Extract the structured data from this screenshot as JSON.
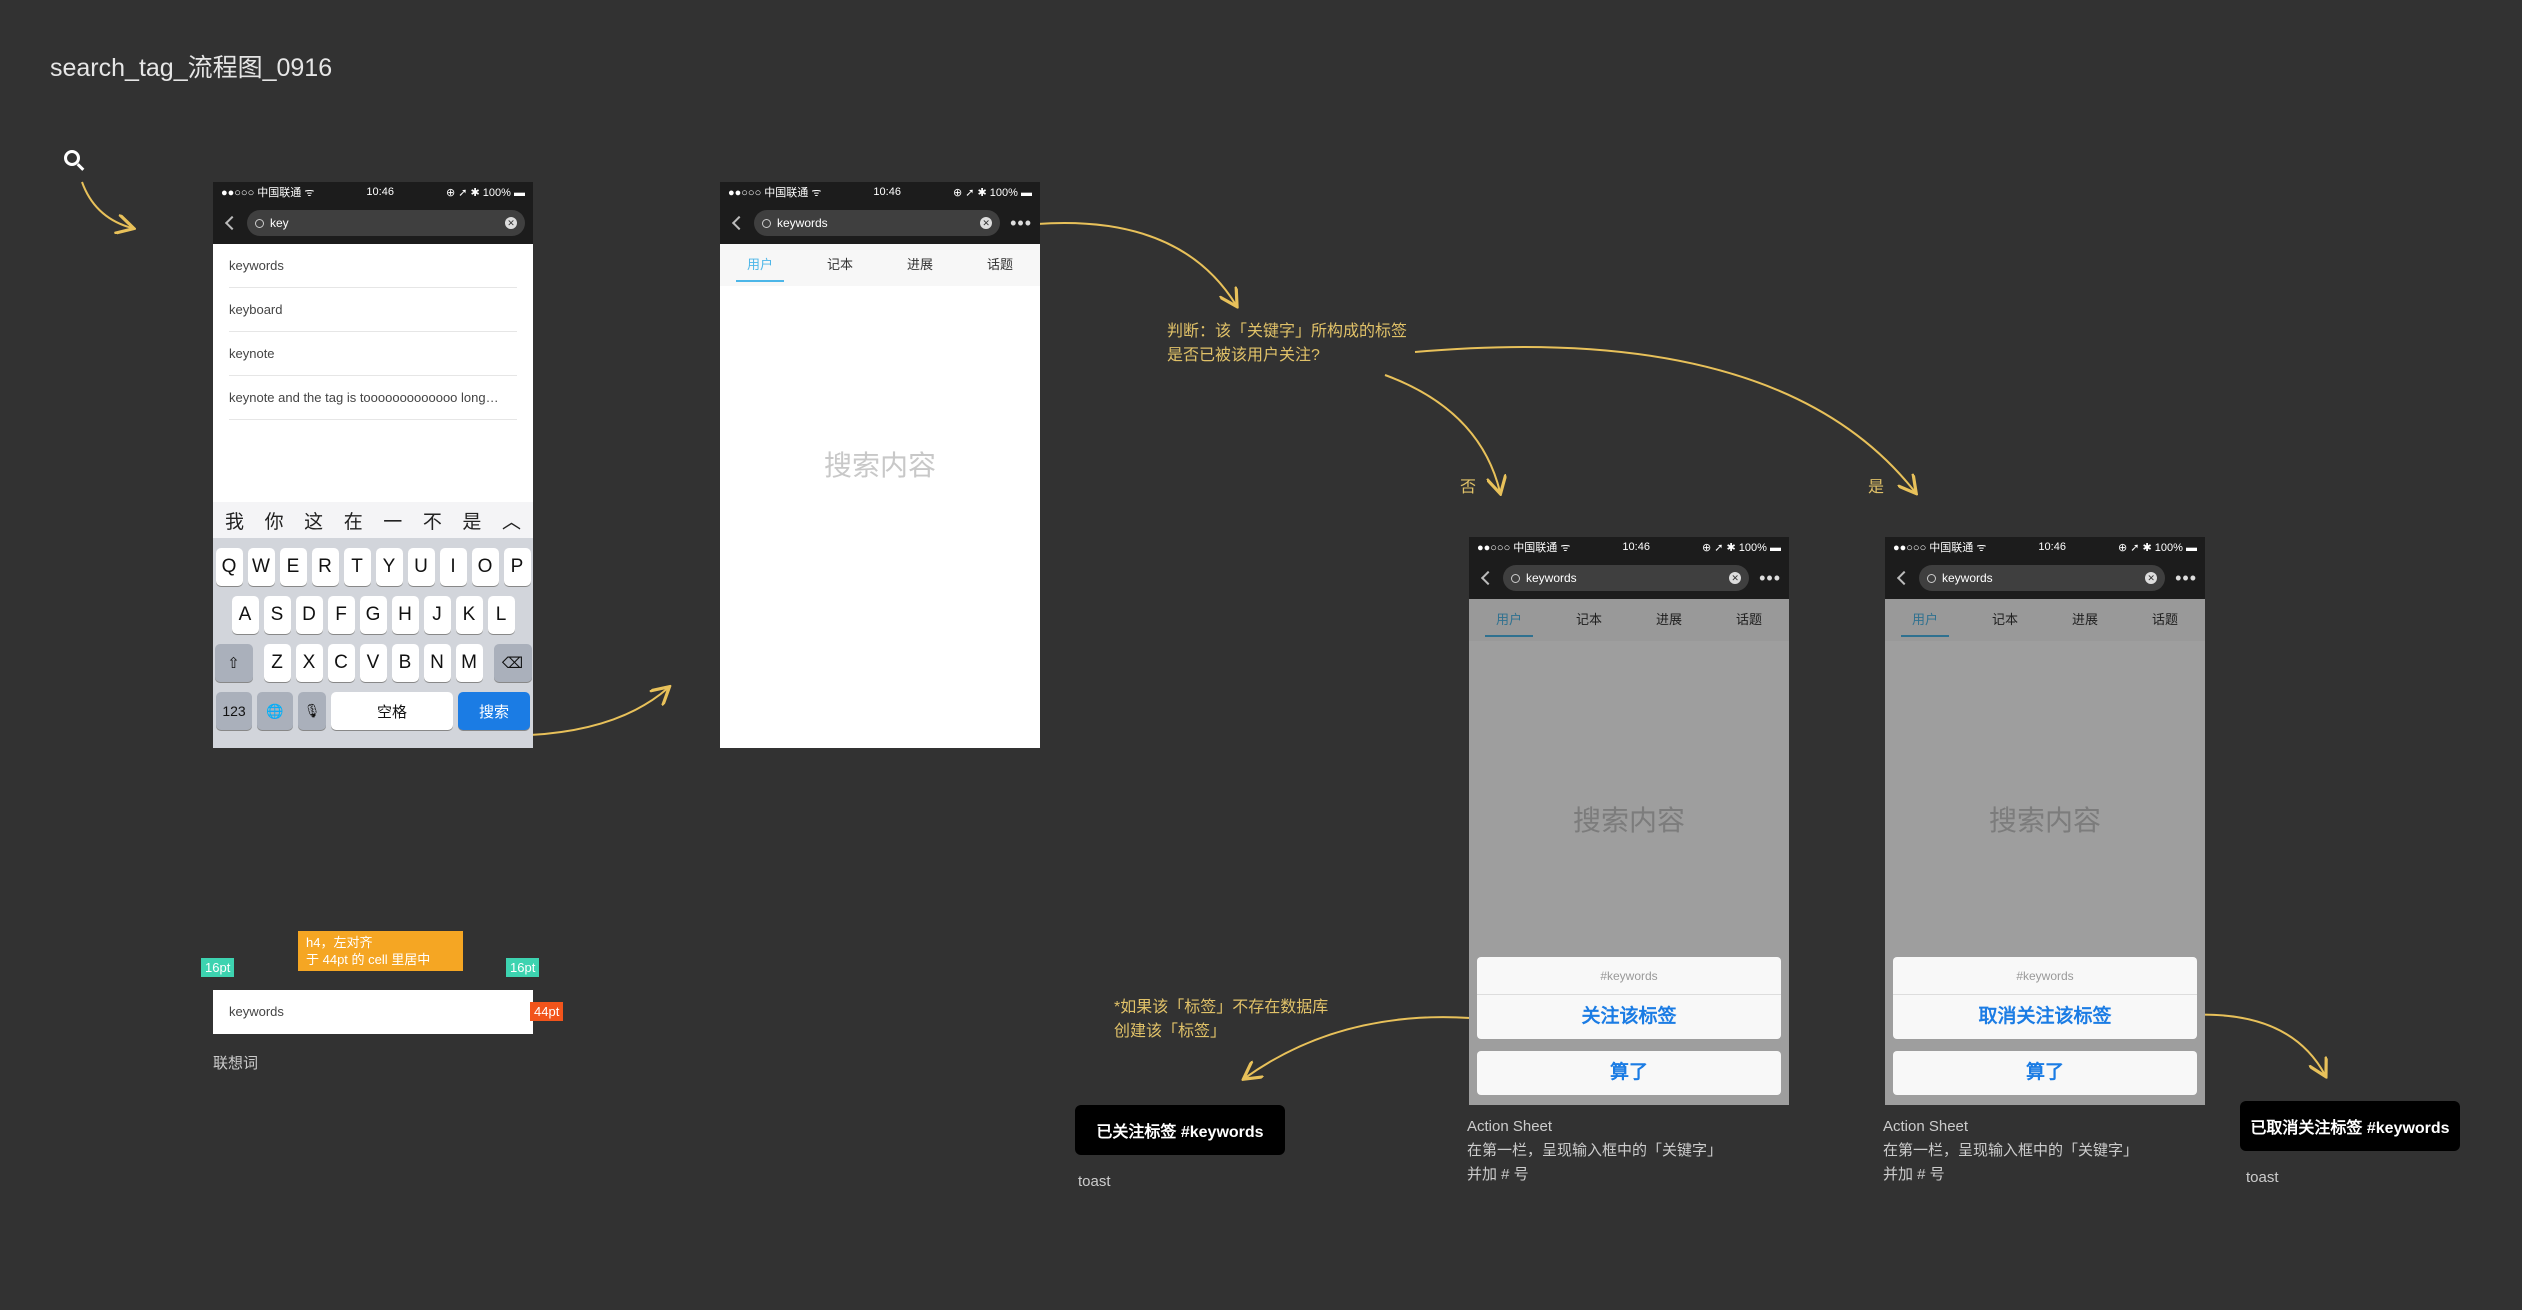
{
  "canvas_title": "search_tag_流程图_0916",
  "status": {
    "carrier": "●●○○○ 中国联通 ᯤ",
    "time": "10:46",
    "battery": "⊕ ➚ ✱ 100% ▬"
  },
  "phone1": {
    "search_text": "key",
    "suggestions": [
      "keywords",
      "keyboard",
      "keynote",
      "keynote and the tag is tooooooooooooo long…"
    ],
    "candidates": [
      "我",
      "你",
      "这",
      "在",
      "一",
      "不",
      "是",
      "︿"
    ],
    "row1": [
      "Q",
      "W",
      "E",
      "R",
      "T",
      "Y",
      "U",
      "I",
      "O",
      "P"
    ],
    "row2": [
      "A",
      "S",
      "D",
      "F",
      "G",
      "H",
      "J",
      "K",
      "L"
    ],
    "row3": [
      "Z",
      "X",
      "C",
      "V",
      "B",
      "N",
      "M"
    ],
    "num_key": "123",
    "globe_key": "🌐",
    "mic_key": "🎙",
    "space_key": "空格",
    "search_key": "搜索"
  },
  "phone2": {
    "search_text": "keywords",
    "tabs": [
      "用户",
      "记本",
      "进展",
      "话题"
    ],
    "placeholder": "搜索内容"
  },
  "decision_note": [
    "判断：该「关键字」所构成的标签",
    "是否已被该用户关注?"
  ],
  "branch_no": "否",
  "branch_yes": "是",
  "phone3": {
    "sheet_title": "#keywords",
    "action": "关注该标签",
    "cancel": "算了"
  },
  "phone4": {
    "sheet_title": "#keywords",
    "action": "取消关注该标签",
    "cancel": "算了"
  },
  "create_note": [
    "*如果该「标签」不存在数据库",
    "创建该「标签」"
  ],
  "toast_left": "已关注标签 #keywords",
  "toast_left_label": "toast",
  "toast_right": "已取消关注标签 #keywords",
  "toast_right_label": "toast",
  "action_sheet_desc": [
    "Action Sheet",
    "在第一栏，呈现输入框中的「关键字」",
    "并加 # 号"
  ],
  "spec": {
    "annotation": [
      "h4，左对齐",
      "于 44pt 的 cell 里居中"
    ],
    "left_margin": "16pt",
    "right_margin": "16pt",
    "height": "44pt",
    "cell_text": "keywords",
    "caption": "联想词"
  },
  "colors": {
    "accent": "#4cb6e8",
    "arrow": "#e8c15a",
    "note_bg": "#f5a623",
    "spec_green": "#3dd3b0",
    "spec_red": "#f2541b",
    "ios_blue": "#1b7ce4"
  }
}
